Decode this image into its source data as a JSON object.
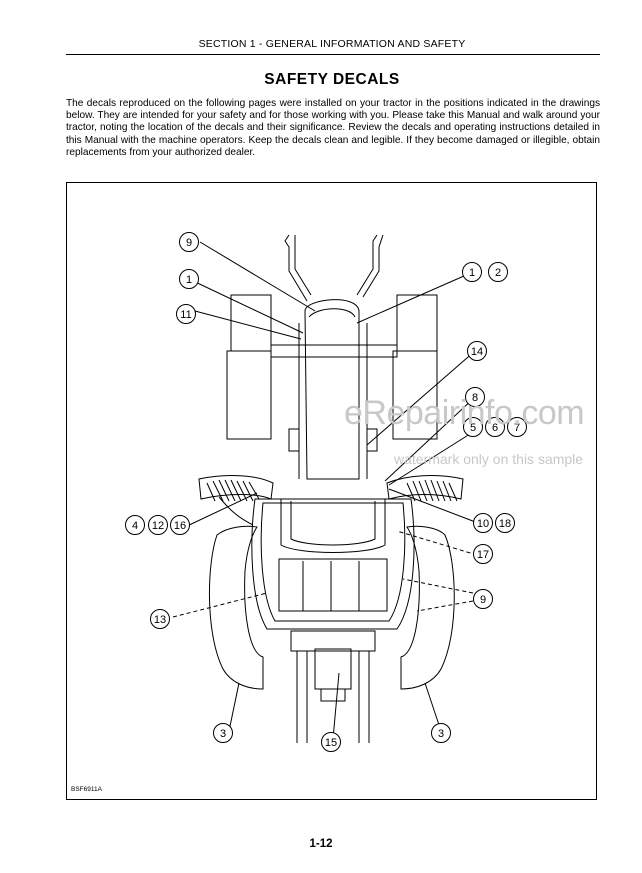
{
  "header": {
    "section": "SECTION 1 - GENERAL INFORMATION AND SAFETY"
  },
  "title": "SAFETY DECALS",
  "intro": "The decals reproduced on the following pages were installed on your tractor in the positions indicated in the drawings below. They are intended for your safety and for those working with you. Please take this Manual and walk around your tractor, noting the location of the decals and their significance. Review the decals and operating instructions detailed in this Manual with the machine operators. Keep the decals clean and legible. If they become damaged or illegible, obtain replacements from your authorized dealer.",
  "figure": {
    "code": "BSF6911A",
    "callouts": {
      "c9_top": "9",
      "c1": "1",
      "c11": "11",
      "c1b": "1",
      "c2": "2",
      "c14": "14",
      "c8": "8",
      "c5": "5",
      "c6": "6",
      "c7": "7",
      "c4": "4",
      "c12": "12",
      "c16": "16",
      "c10": "10",
      "c18": "18",
      "c17": "17",
      "c13": "13",
      "c9_right": "9",
      "c3_left": "3",
      "c15": "15",
      "c3_right": "3"
    }
  },
  "watermark": {
    "url": "eRepairinfo.com",
    "note": "watermark only on this sample"
  },
  "page_number": "1-12"
}
